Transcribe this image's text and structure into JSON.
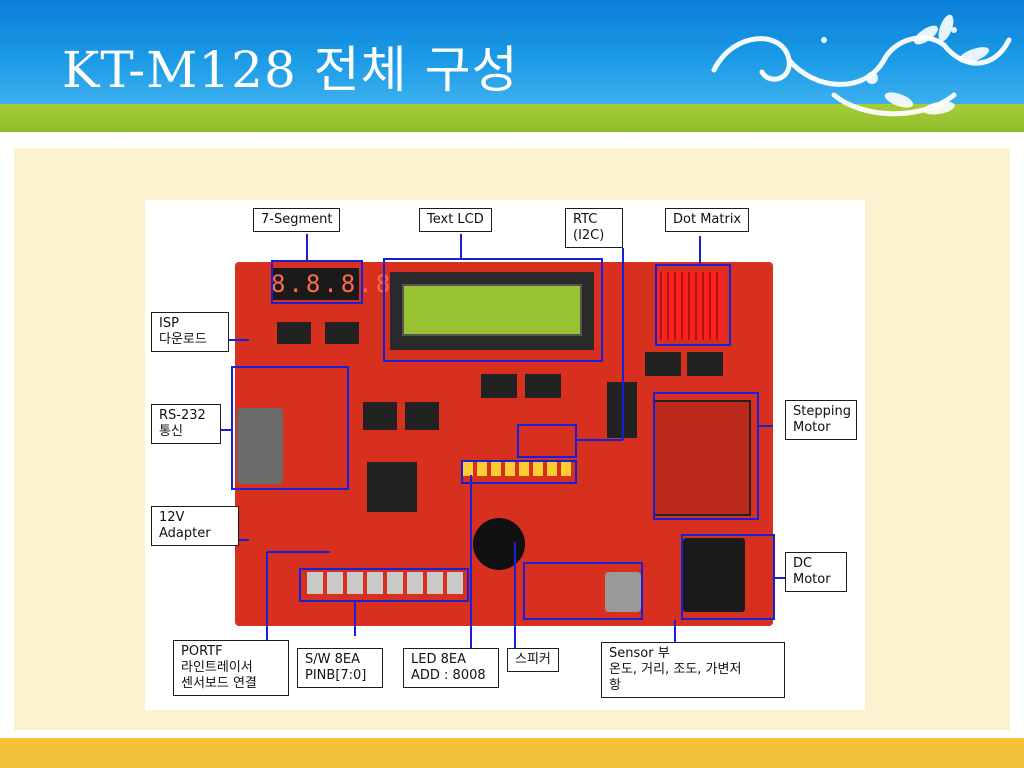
{
  "slide": {
    "title": "KT-M128 전체 구성"
  },
  "labels": {
    "seven_segment": "7-Segment",
    "text_lcd": "Text LCD",
    "rtc_line1": "RTC",
    "rtc_line2": "(I2C)",
    "dot_matrix": "Dot Matrix",
    "isp_line1": "ISP",
    "isp_line2": "다운로드",
    "rs232_line1": "RS-232",
    "rs232_line2": "통신",
    "stepping_line1": "Stepping",
    "stepping_line2": "Motor",
    "adapter_line1": "12V",
    "adapter_line2": "Adapter",
    "dc_line1": "DC",
    "dc_line2": "Motor",
    "portf_line1": "PORTF",
    "portf_line2": "라인트레이서",
    "portf_line3": "센서보드 연결",
    "sw_line1": "S/W 8EA",
    "sw_line2": "PINB[7:0]",
    "led_line1": "LED 8EA",
    "led_line2": "ADD : 8008",
    "speaker": "스피커",
    "sensor_line1": "Sensor 부",
    "sensor_line2": "온도, 거리, 조도, 가변저",
    "sensor_line3": "항"
  },
  "colors": {
    "header_blue": "#1b9ae6",
    "band_green": "#8cbd2a",
    "panel_cream": "#fdf2cf",
    "bottom_yellow": "#f4c23a",
    "highlight_blue": "#1620d8",
    "board_red": "#d7301f"
  }
}
